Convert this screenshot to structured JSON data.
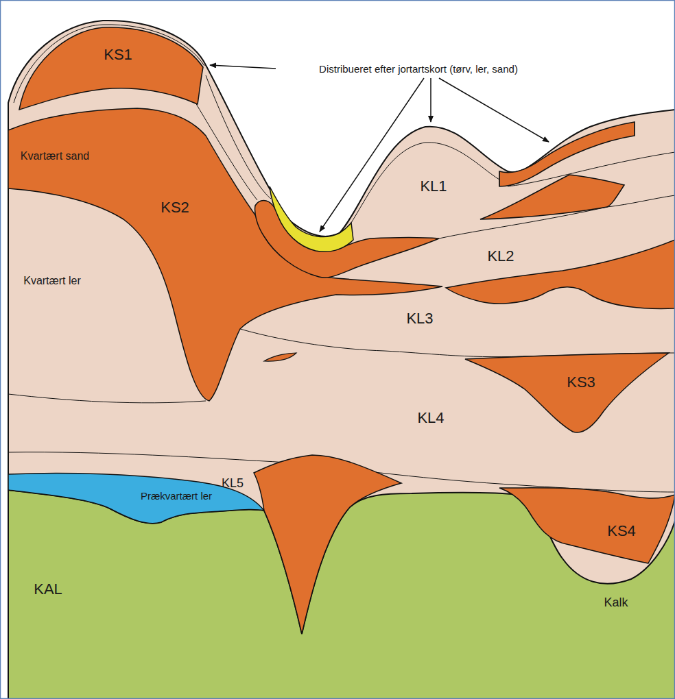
{
  "diagram": {
    "labels": [
      "KS1",
      "Distribueret efter jortartskort (tørv, ler, sand)",
      "Kvartært sand",
      "KS2",
      "KL1",
      "KL2",
      "Kvartært ler",
      "KL3",
      "KS3",
      "KL4",
      "KL5",
      "Prækvartært ler",
      "KS4",
      "KAL",
      "Kalk"
    ]
  }
}
